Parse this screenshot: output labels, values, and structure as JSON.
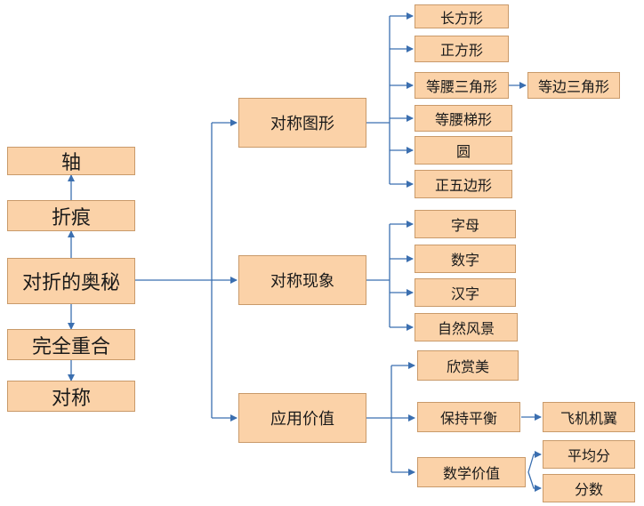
{
  "nodes": {
    "zhou": "轴",
    "zhehen": "折痕",
    "root": "对折的奥秘",
    "chonghe": "完全重合",
    "duichen": "对称",
    "tuxing": "对称图形",
    "xianxiang": "对称现象",
    "yingyong": "应用价值",
    "changfangxing": "长方形",
    "zhengfangxing": "正方形",
    "dengyao_sanjiao": "等腰三角形",
    "dengbian_sanjiao": "等边三角形",
    "dengyao_tixing": "等腰梯形",
    "yuan": "圆",
    "zheng_wubian": "正五边形",
    "zimu": "字母",
    "shuzi": "数字",
    "hanzi": "汉字",
    "ziran": "自然风景",
    "xinshang": "欣赏美",
    "baochi": "保持平衡",
    "feiji": "飞机机翼",
    "shuxue": "数学价值",
    "pingjun": "平均分",
    "fenshu": "分数"
  },
  "colors": {
    "node_fill": "#fbd2a8",
    "node_border": "#c99a6a",
    "edge": "#3b6fb0"
  }
}
